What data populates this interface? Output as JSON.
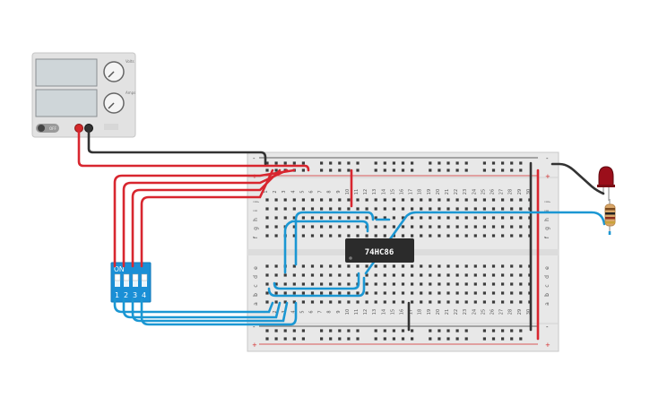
{
  "power_supply": {
    "button_label": "OFF",
    "knob_top_label": "Volts",
    "knob_bottom_label": "Amps",
    "terminal_colors": {
      "positive": "#d32a2a",
      "negative": "#333333"
    }
  },
  "chip": {
    "label": "74HC86"
  },
  "dip_switch": {
    "on_label": "ON",
    "switch_labels": [
      "1",
      "2",
      "3",
      "4"
    ],
    "color": "#1a8fd6"
  },
  "breadboard": {
    "row_letters_top": [
      "j",
      "i",
      "h",
      "g",
      "f"
    ],
    "row_letters_bottom": [
      "e",
      "d",
      "c",
      "b",
      "a"
    ],
    "column_numbers": [
      "1",
      "2",
      "3",
      "4",
      "5",
      "6",
      "7",
      "8",
      "9",
      "10",
      "11",
      "12",
      "13",
      "14",
      "15",
      "16",
      "17",
      "18",
      "19",
      "20",
      "21",
      "22",
      "23",
      "24",
      "25",
      "26",
      "27",
      "28",
      "29",
      "30"
    ],
    "rail_plus": "+",
    "rail_minus": "-"
  },
  "components": {
    "led": "led",
    "resistor": "resistor"
  },
  "colors": {
    "wire_red": "#d8262f",
    "wire_blue": "#1b97d3",
    "wire_black": "#333333",
    "board": "#e8e8e8",
    "chip": "#2b2b2b"
  }
}
